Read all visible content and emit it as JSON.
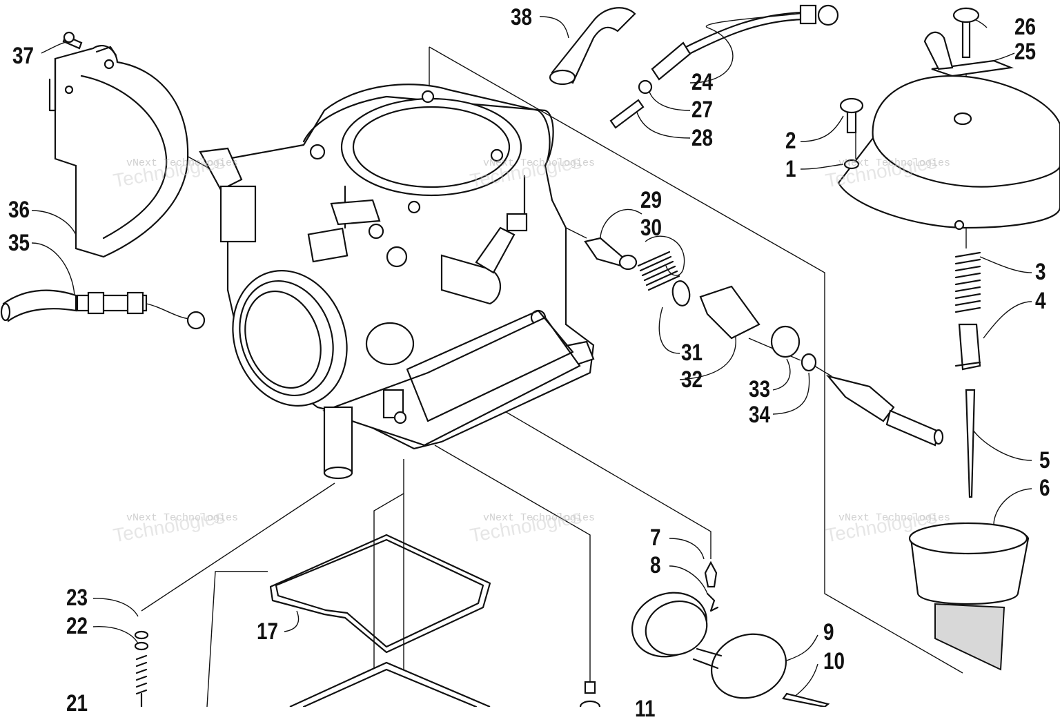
{
  "callouts": [
    {
      "id": "1",
      "text": "1"
    },
    {
      "id": "2",
      "text": "2"
    },
    {
      "id": "3",
      "text": "3"
    },
    {
      "id": "4",
      "text": "4"
    },
    {
      "id": "5",
      "text": "5"
    },
    {
      "id": "6",
      "text": "6"
    },
    {
      "id": "7",
      "text": "7"
    },
    {
      "id": "8",
      "text": "8"
    },
    {
      "id": "9",
      "text": "9"
    },
    {
      "id": "10",
      "text": "10"
    },
    {
      "id": "11",
      "text": "11"
    },
    {
      "id": "17",
      "text": "17"
    },
    {
      "id": "21",
      "text": "21"
    },
    {
      "id": "22",
      "text": "22"
    },
    {
      "id": "23",
      "text": "23"
    },
    {
      "id": "24",
      "text": "24"
    },
    {
      "id": "25",
      "text": "25"
    },
    {
      "id": "26",
      "text": "26"
    },
    {
      "id": "27",
      "text": "27"
    },
    {
      "id": "28",
      "text": "28"
    },
    {
      "id": "29",
      "text": "29"
    },
    {
      "id": "30",
      "text": "30"
    },
    {
      "id": "31",
      "text": "31"
    },
    {
      "id": "32",
      "text": "32"
    },
    {
      "id": "33",
      "text": "33"
    },
    {
      "id": "34",
      "text": "34"
    },
    {
      "id": "35",
      "text": "35"
    },
    {
      "id": "36",
      "text": "36"
    },
    {
      "id": "37",
      "text": "37"
    },
    {
      "id": "38",
      "text": "38"
    }
  ],
  "watermark": {
    "line1": "vNext Technologies",
    "line2": "Technologies"
  },
  "colors": {
    "ink": "#111111",
    "background": "#ffffff",
    "watermark": "#969696"
  }
}
